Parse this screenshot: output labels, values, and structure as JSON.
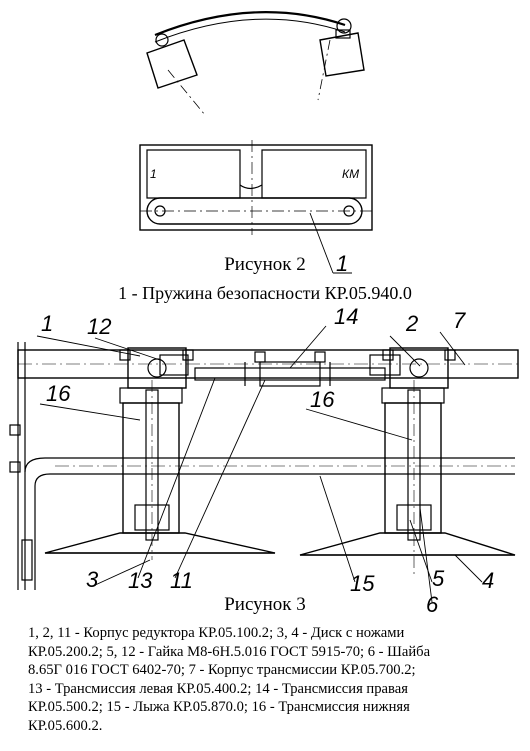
{
  "figure2": {
    "caption": "Рисунок 2",
    "legend": "1 - Пружина безопасности КР.05.940.0",
    "callouts": [
      "1"
    ],
    "plate_marks": [
      "1",
      "КМ"
    ]
  },
  "figure3": {
    "caption": "Рисунок 3",
    "callouts": [
      "1",
      "12",
      "14",
      "2",
      "7",
      "16",
      "16",
      "3",
      "13",
      "11",
      "15",
      "5",
      "4",
      "6"
    ]
  },
  "legend_lines": [
    "1, 2, 11 - Корпус редуктора КР.05.100.2;  3, 4 - Диск с ножами",
    "КР.05.200.2;  5, 12 - Гайка М8-6Н.5.016 ГОСТ 5915-70;  6 - Шайба",
    "8.65Г 016 ГОСТ 6402-70;  7 - Корпус трансмиссии КР.05.700.2;",
    "13 - Трансмиссия левая КР.05.400.2;  14 - Трансмиссия правая",
    "КР.05.500.2; 15 - Лыжа КР.05.870.0; 16 - Трансмиссия нижняя",
    "КР.05.600.2."
  ]
}
